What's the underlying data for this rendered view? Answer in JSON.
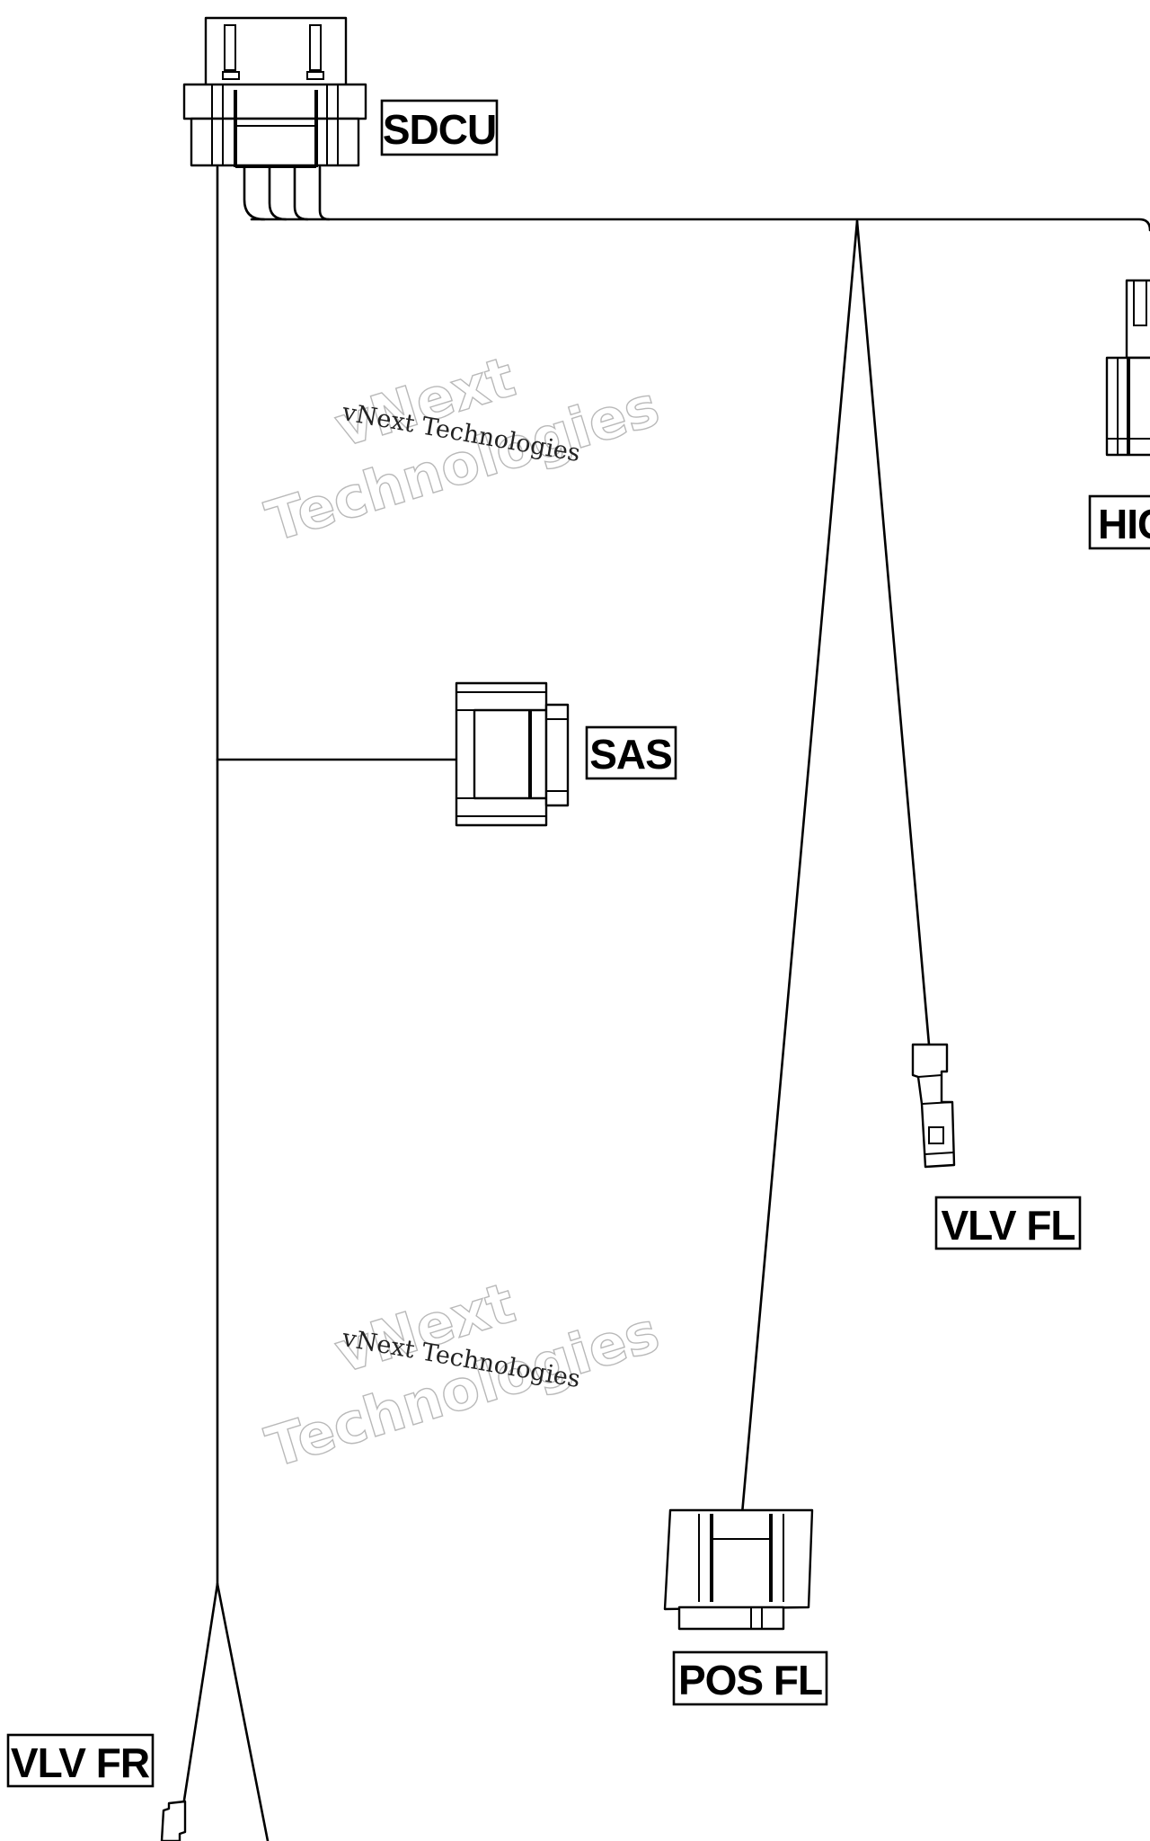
{
  "labels": {
    "sdcu": "SDCU",
    "hic": "HIC",
    "sas": "SAS",
    "vlv_fl": "VLV FL",
    "pos_fl": "POS FL",
    "vlv_fr": "VLV FR"
  },
  "watermark": {
    "brand": "vNext",
    "line1": "vNext Technologies",
    "line2": "Technologies"
  }
}
